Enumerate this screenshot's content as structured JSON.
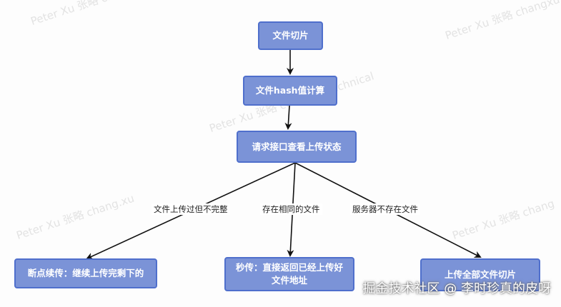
{
  "watermarks": [
    "Peter Xu 张略 changxu",
    "Peter Xu 张略 changxu Technical",
    "Peter Xu 张略 chang.xu",
    "Xu 张略 chang.xu Technical",
    "Peter Xu 张略 chang",
    "Peter Xu 张略 changxu"
  ],
  "nodes": {
    "slice": "文件切片",
    "hash": "文件hash值计算",
    "query": "请求接口查看上传状态",
    "resume": "断点续传：继续上传完剩下的",
    "instant_line1": "秒传：直接返回已经上传好",
    "instant_line2": "文件地址",
    "upload_all": "上传全部文件切片"
  },
  "edge_labels": {
    "left": "文件上传过但不完整",
    "middle": "存在相同的文件",
    "right": "服务器不存在文件"
  },
  "footer": "掘金技术社区 @ 李时珍真的皮呀",
  "colors": {
    "node_fill": "#7b93d7",
    "node_border": "#4f6fcc",
    "edge": "#111111"
  }
}
